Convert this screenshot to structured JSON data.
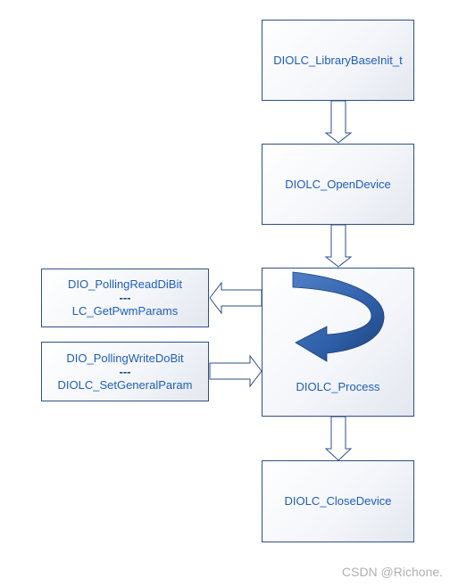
{
  "boxes": {
    "library_base_init": "DIOLC_LibraryBaseInit_t",
    "open_device": "DIOLC_OpenDevice",
    "process": "DIOLC_Process",
    "close_device": "DIOLC_CloseDevice",
    "read_group": {
      "top": "DIO_PollingReadDiBit",
      "sep": "---",
      "bottom": "LC_GetPwmParams"
    },
    "write_group": {
      "top": "DIO_PollingWriteDoBit",
      "sep": "---",
      "bottom": "DIOLC_SetGeneralParam"
    }
  },
  "watermark": "CSDN @Richone.",
  "colors": {
    "text": "#1f5dbd",
    "border": "#2f4f8a",
    "loop_arrow": "#2e5fa8"
  }
}
